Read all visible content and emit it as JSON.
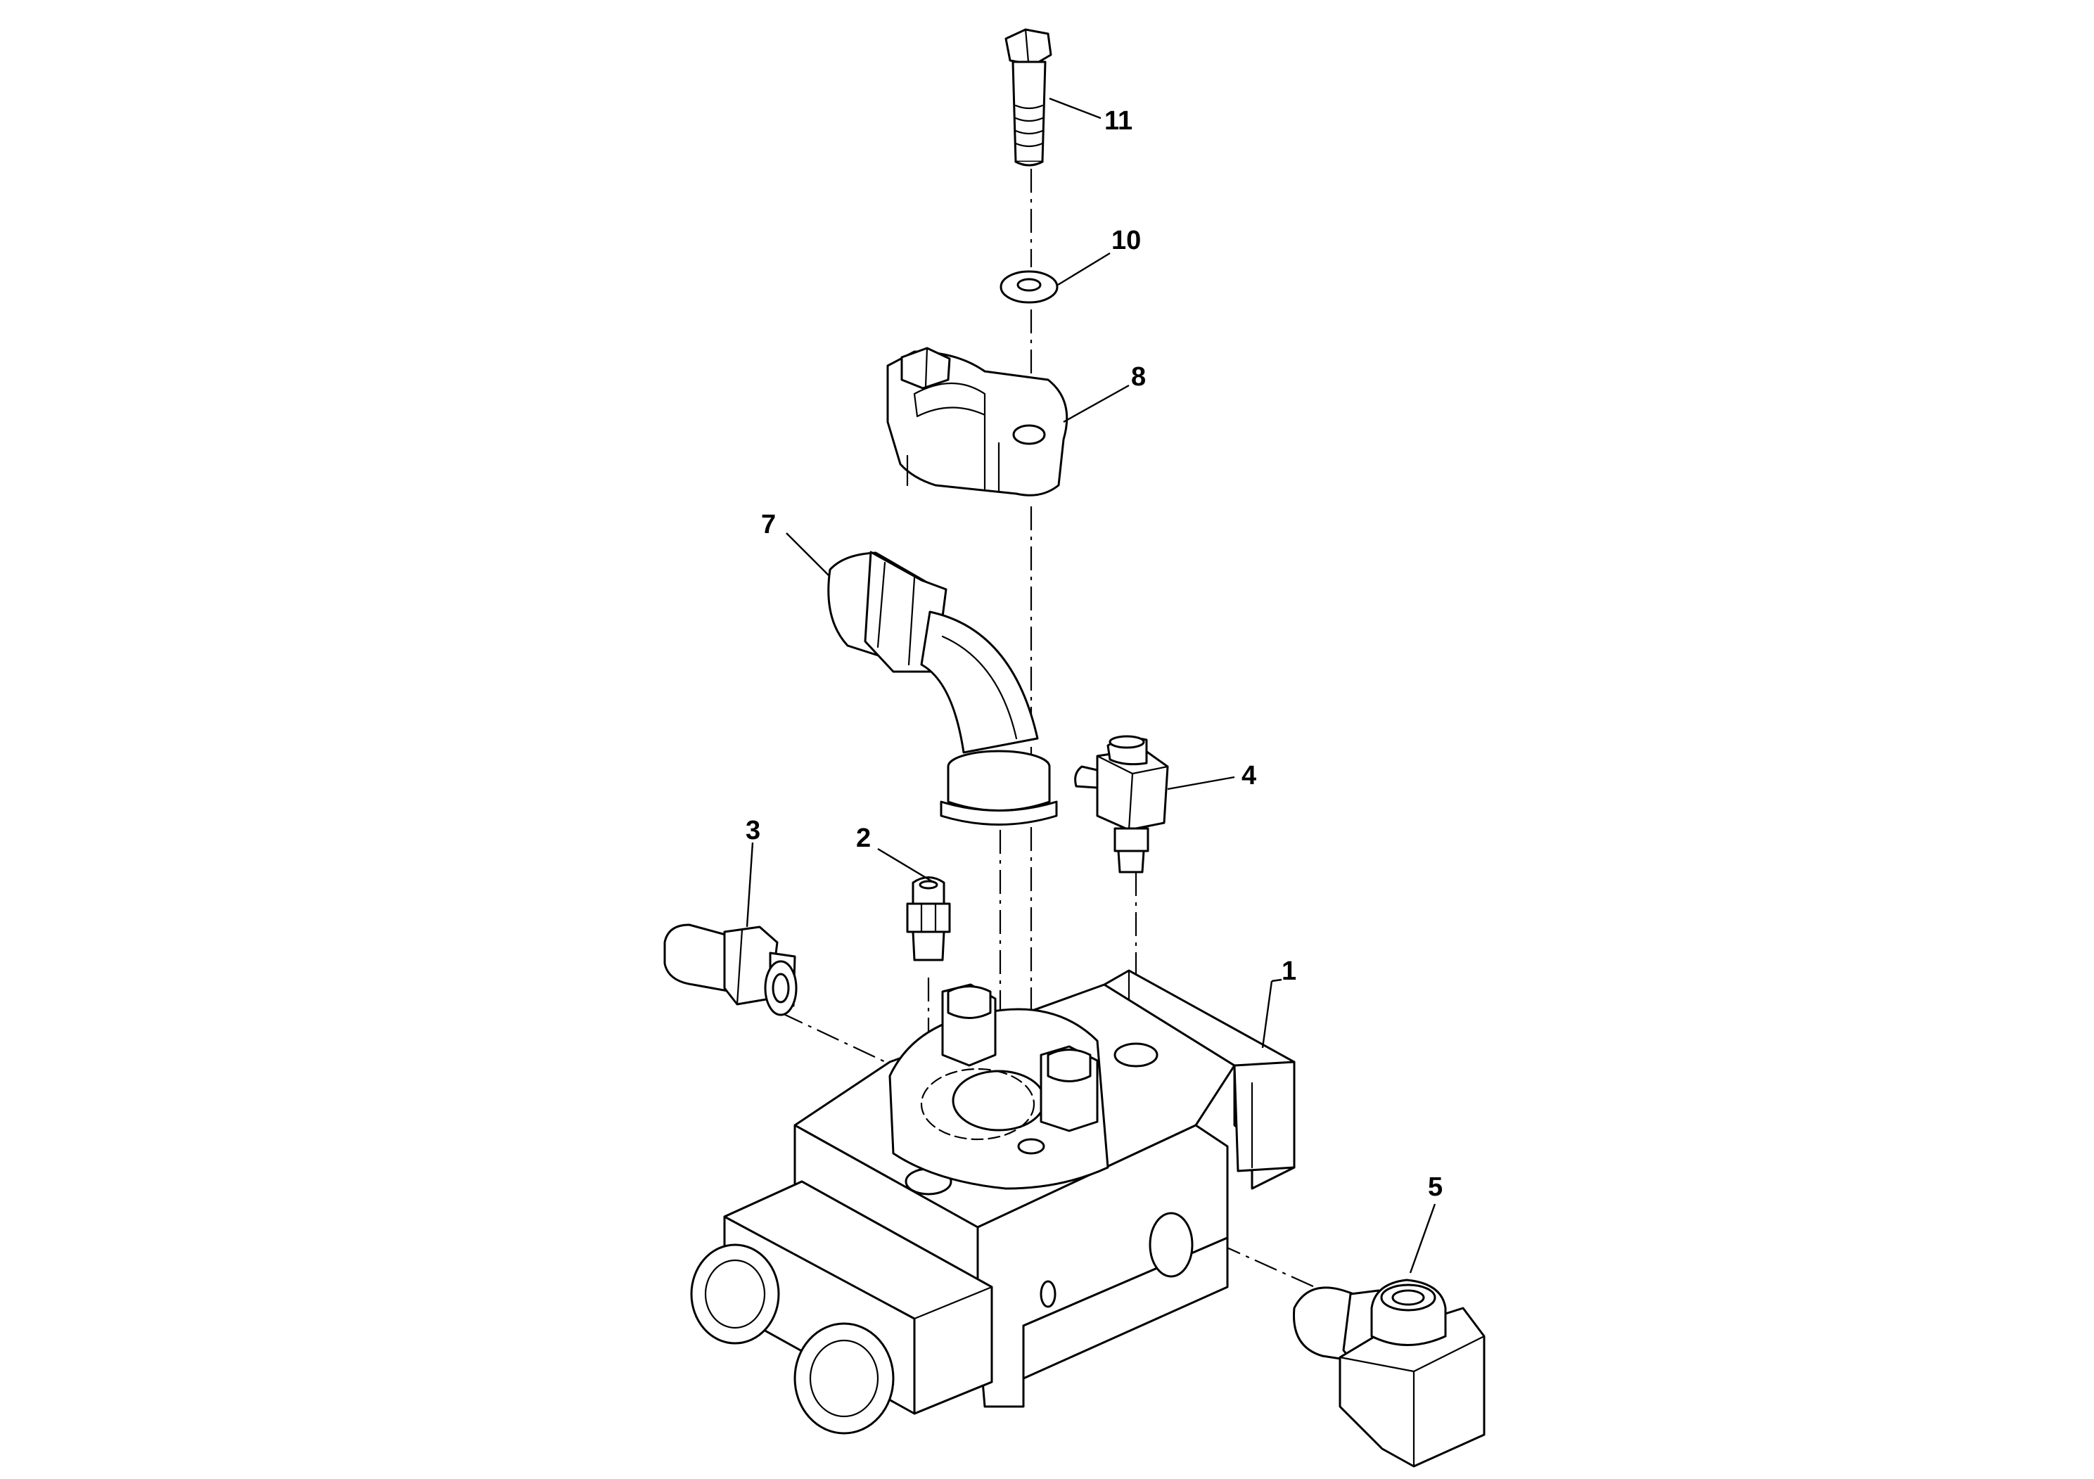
{
  "diagram": {
    "callouts": [
      {
        "id": "body",
        "label": "1"
      },
      {
        "id": "small-fitting",
        "label": "2"
      },
      {
        "id": "adapter",
        "label": "3"
      },
      {
        "id": "tee-fitting",
        "label": "4"
      },
      {
        "id": "solenoid-coil",
        "label": "5"
      },
      {
        "id": "elbow-fitting",
        "label": "7"
      },
      {
        "id": "split-flange",
        "label": "8"
      },
      {
        "id": "washer",
        "label": "10"
      },
      {
        "id": "bolt",
        "label": "11"
      }
    ]
  },
  "colors": {
    "line": "#000000",
    "background": "#ffffff"
  }
}
